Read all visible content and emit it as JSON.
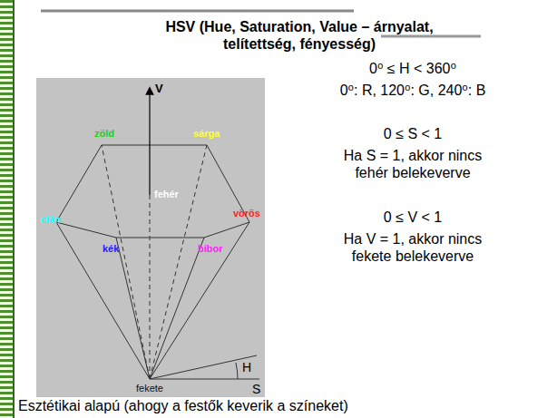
{
  "diagram": {
    "title": "HSV (Hue, Saturation, Value – árnyalat, telítettség, fényesség)",
    "labels": [
      "V",
      "zöld",
      "sárga",
      "cián",
      "fehér",
      "vörös",
      "kék",
      "bíbor",
      "fekete",
      "H",
      "S",
      "0⁰ ≤ H < 360⁰",
      "0⁰: R, 120⁰: G, 240⁰: B",
      "0 ≤ S < 1",
      "Ha S = 1, akkor nincs fehér belekeverve",
      "0 ≤ V < 1",
      "Ha V = 1, akkor nincs fekete belekeverve",
      "Esztétikai alapú (ahogy a festők keverik a színeket)"
    ]
  }
}
